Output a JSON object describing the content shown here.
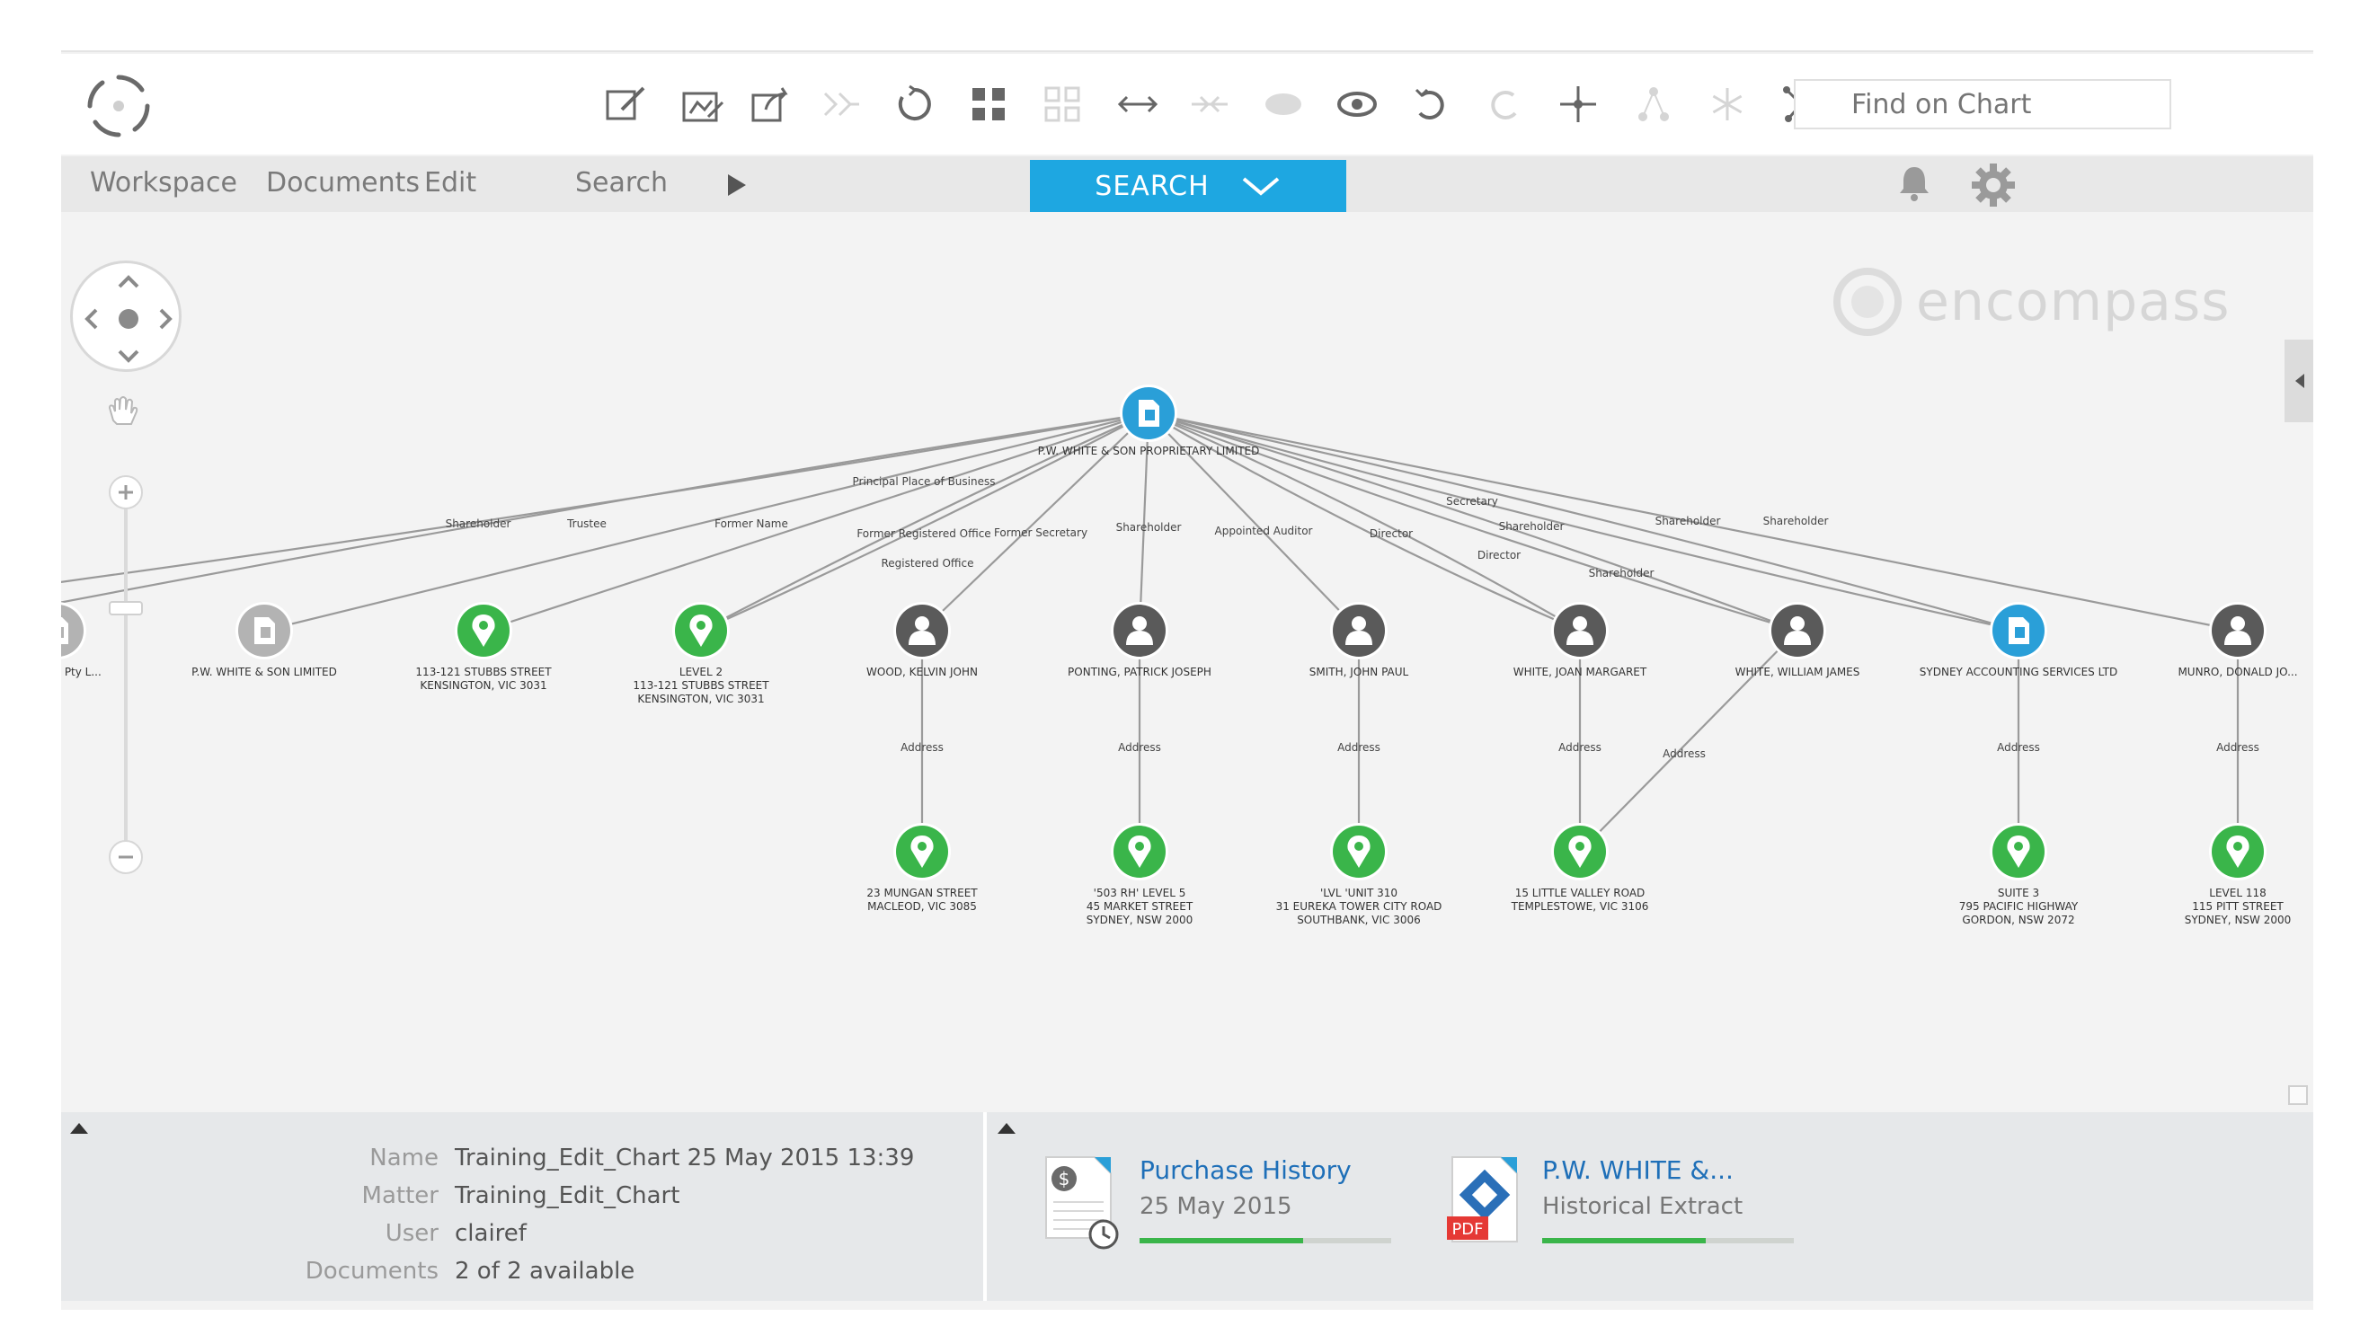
{
  "toolbar": {
    "find_placeholder": "Find on Chart",
    "tools": [
      {
        "name": "edit-chart-icon",
        "enabled": true
      },
      {
        "name": "edit-layout-icon",
        "enabled": true
      },
      {
        "name": "export-icon",
        "enabled": true
      },
      {
        "name": "expand-links-icon",
        "enabled": false
      },
      {
        "name": "refresh-icon",
        "enabled": true
      },
      {
        "name": "fit-chart-icon",
        "enabled": true
      },
      {
        "name": "fit-selection-icon",
        "enabled": false
      },
      {
        "name": "spread-horizontal-icon",
        "enabled": true
      },
      {
        "name": "collapse-horizontal-icon",
        "enabled": false
      },
      {
        "name": "hide-icon",
        "enabled": false
      },
      {
        "name": "show-icon",
        "enabled": true
      },
      {
        "name": "undo-icon",
        "enabled": true
      },
      {
        "name": "redo-icon",
        "enabled": false
      },
      {
        "name": "move-icon",
        "enabled": true
      },
      {
        "name": "hierarchy-icon",
        "enabled": false
      },
      {
        "name": "snowflake-icon",
        "enabled": false
      },
      {
        "name": "network-icon",
        "enabled": true
      }
    ]
  },
  "menubar": {
    "items": [
      "Workspace",
      "Documents",
      "Edit",
      "Search"
    ],
    "search_button": "SEARCH"
  },
  "brand": {
    "name": "encompass"
  },
  "graph": {
    "root": {
      "label": "P.W. WHITE & SON PROPRIETARY LIMITED",
      "type": "company"
    },
    "nodes": [
      {
        "id": "n0",
        "label": "...mpany Pty L...",
        "type": "company-grey",
        "partial": true
      },
      {
        "id": "n1",
        "label": "P.W. WHITE & SON LIMITED",
        "type": "company-grey"
      },
      {
        "id": "n2",
        "label": "113-121 STUBBS STREET\nKENSINGTON, VIC 3031",
        "type": "location"
      },
      {
        "id": "n3",
        "label": "LEVEL 2\n113-121 STUBBS STREET\nKENSINGTON, VIC 3031",
        "type": "location"
      },
      {
        "id": "n4",
        "label": "WOOD, KELVIN JOHN",
        "type": "person"
      },
      {
        "id": "n5",
        "label": "PONTING, PATRICK JOSEPH",
        "type": "person"
      },
      {
        "id": "n6",
        "label": "SMITH, JOHN PAUL",
        "type": "person"
      },
      {
        "id": "n7",
        "label": "WHITE, JOAN MARGARET",
        "type": "person"
      },
      {
        "id": "n8",
        "label": "WHITE, WILLIAM JAMES",
        "type": "person"
      },
      {
        "id": "n9",
        "label": "SYDNEY ACCOUNTING SERVICES LTD",
        "type": "company"
      },
      {
        "id": "n10",
        "label": "MUNRO, DONALD JO...",
        "type": "person"
      },
      {
        "id": "a4",
        "label": "23 MUNGAN STREET\nMACLEOD, VIC 3085",
        "type": "location"
      },
      {
        "id": "a5",
        "label": "'503 RH' LEVEL 5\n45 MARKET STREET\nSYDNEY, NSW 2000",
        "type": "location"
      },
      {
        "id": "a6",
        "label": "'LVL 'UNIT 310\n31 EUREKA TOWER CITY ROAD\nSOUTHBANK, VIC 3006",
        "type": "location"
      },
      {
        "id": "a7",
        "label": "15 LITTLE VALLEY ROAD\nTEMPLESTOWE, VIC 3106",
        "type": "location"
      },
      {
        "id": "a9",
        "label": "SUITE 3\n795 PACIFIC HIGHWAY\nGORDON, NSW 2072",
        "type": "location"
      },
      {
        "id": "a10",
        "label": "LEVEL 118\n115 PITT STREET\nSYDNEY, NSW 2000",
        "type": "location"
      }
    ],
    "edges": [
      {
        "from": "root",
        "to": "n0",
        "label": "Shareholder"
      },
      {
        "from": "root",
        "to": "n0",
        "label": "Trustee"
      },
      {
        "from": "root",
        "to": "n1",
        "label": "Former Name"
      },
      {
        "from": "root",
        "to": "n2",
        "label": "Principal Place of Business"
      },
      {
        "from": "root",
        "to": "n3",
        "label": "Former Registered Office"
      },
      {
        "from": "root",
        "to": "n3",
        "label": "Registered Office"
      },
      {
        "from": "root",
        "to": "n4",
        "label": "Former Secretary"
      },
      {
        "from": "root",
        "to": "n5",
        "label": "Shareholder"
      },
      {
        "from": "root",
        "to": "n6",
        "label": "Appointed Auditor"
      },
      {
        "from": "root",
        "to": "n7",
        "label": "Director"
      },
      {
        "from": "root",
        "to": "n7",
        "label": "Secretary"
      },
      {
        "from": "root",
        "to": "n8",
        "label": "Director"
      },
      {
        "from": "root",
        "to": "n8",
        "label": "Shareholder"
      },
      {
        "from": "root",
        "to": "n9",
        "label": "Shareholder"
      },
      {
        "from": "root",
        "to": "n9",
        "label": "Shareholder"
      },
      {
        "from": "root",
        "to": "n10",
        "label": "Shareholder"
      },
      {
        "from": "n4",
        "to": "a4",
        "label": "Address"
      },
      {
        "from": "n5",
        "to": "a5",
        "label": "Address"
      },
      {
        "from": "n6",
        "to": "a6",
        "label": "Address"
      },
      {
        "from": "n7",
        "to": "a7",
        "label": "Address"
      },
      {
        "from": "n8",
        "to": "a7",
        "label": "Address"
      },
      {
        "from": "n9",
        "to": "a9",
        "label": "Address"
      },
      {
        "from": "n10",
        "to": "a10",
        "label": "Address"
      }
    ]
  },
  "info": {
    "rows": [
      {
        "label": "Name",
        "value": "Training_Edit_Chart 25 May 2015 13:39"
      },
      {
        "label": "Matter",
        "value": "Training_Edit_Chart"
      },
      {
        "label": "User",
        "value": "clairef"
      },
      {
        "label": "Documents",
        "value": "2 of 2 available"
      }
    ]
  },
  "documents": [
    {
      "title": "Purchase History",
      "subtitle": "25 May 2015",
      "icon": "purchase-history-icon",
      "progress": 0.65
    },
    {
      "title": "P.W. WHITE &...",
      "subtitle": "Historical Extract",
      "icon": "pdf-icon",
      "progress": 0.65
    }
  ],
  "colors": {
    "accent": "#1ea7e1",
    "company": "#2a9fd8",
    "location": "#3ab54a",
    "person": "#5a5a5a",
    "company_grey": "#b3b3b3",
    "link": "#1e6fb8"
  }
}
